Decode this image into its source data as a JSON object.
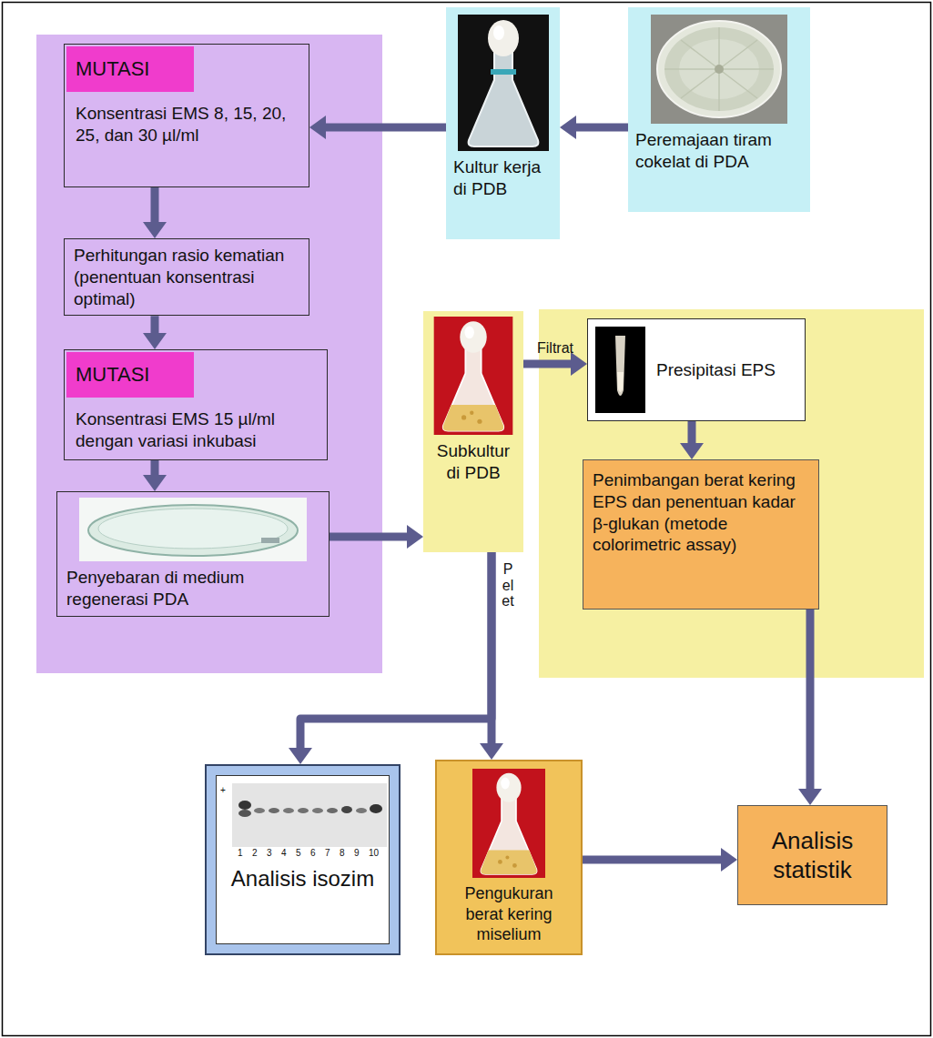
{
  "diagram": {
    "nodes": [
      {
        "text": [
          "MUTASI",
          "Konsentrasi EMS 8, 15, 20, 25, dan 30 µl/ml"
        ]
      },
      {
        "text": [
          "Perhitungan rasio kematian (penentuan konsentrasi optimal)"
        ]
      },
      {
        "text": [
          "MUTASI",
          "Konsentrasi EMS 15 µl/ml dengan variasi inkubasi"
        ]
      },
      {
        "text": [
          "Penyebaran di medium regenerasi PDA"
        ]
      },
      {
        "text": [
          "Kultur kerja di PDB"
        ]
      },
      {
        "text": [
          "Peremajaan tiram cokelat di PDA"
        ]
      },
      {
        "text": [
          "Subkultur di PDB"
        ]
      },
      {
        "text": [
          "Presipitasi EPS"
        ]
      },
      {
        "text": [
          "Penimbangan berat kering EPS dan penentuan kadar β-glukan (metode colorimetric assay)"
        ]
      },
      {
        "text": [
          "Analisis isozim"
        ]
      },
      {
        "text": [
          "Pengukuran berat kering miselium"
        ]
      },
      {
        "text": [
          "Analisis statistik"
        ]
      }
    ],
    "edges": [
      {
        "from": 5,
        "to": 4,
        "arrow": "to"
      },
      {
        "from": 4,
        "to": 0,
        "arrow": "to"
      },
      {
        "from": 0,
        "to": 1,
        "arrow": "to"
      },
      {
        "from": 1,
        "to": 2,
        "arrow": "to"
      },
      {
        "from": 2,
        "to": 3,
        "arrow": "to"
      },
      {
        "from": 3,
        "to": 6,
        "arrow": "to"
      },
      {
        "from": 6,
        "to": 7,
        "label": "Filtrat",
        "arrow": "to"
      },
      {
        "from": 7,
        "to": 8,
        "arrow": "to"
      },
      {
        "from": 6,
        "to": 9,
        "arrow": "to"
      },
      {
        "from": 6,
        "to": 10,
        "label": "Pelet",
        "arrow": "to"
      },
      {
        "from": 8,
        "to": 11,
        "arrow": "to"
      },
      {
        "from": 10,
        "to": 11,
        "arrow": "to"
      }
    ],
    "labels": [
      "1",
      "2",
      "3",
      "4",
      "5",
      "6",
      "7",
      "8",
      "9",
      "10",
      "+"
    ]
  }
}
